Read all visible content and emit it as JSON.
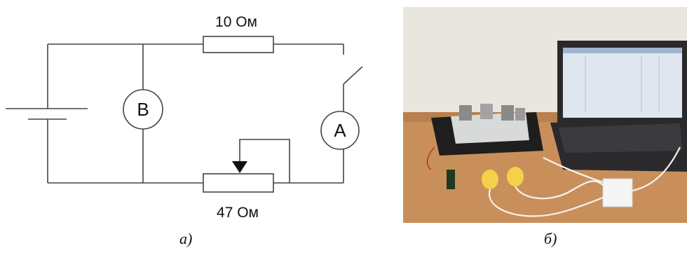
{
  "circuit": {
    "resistor_top_label": "10 Ом",
    "resistor_bottom_label": "47 Ом",
    "voltmeter_symbol": "В",
    "ammeter_symbol": "А"
  },
  "captions": {
    "a": "а)",
    "b": "б)"
  },
  "photo": {
    "colors": {
      "wall": "#e9e6e0",
      "table": "#c98f5a",
      "board": "#1e1e1e",
      "laptop": "#2a2a2c",
      "screen": "#dfe6ef",
      "sensor": "#f3d24a",
      "cable": "#f4f4f4"
    }
  }
}
